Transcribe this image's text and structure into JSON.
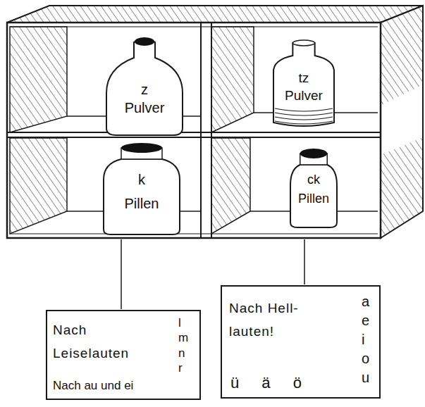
{
  "diagram": {
    "nodes": [
      {
        "text": [
          "z Pulver"
        ]
      },
      {
        "text": [
          "tz Pulver"
        ]
      },
      {
        "text": [
          "k Pillen"
        ]
      },
      {
        "text": [
          "ck Pillen"
        ]
      },
      {
        "text": [
          "Nach Leiselauten",
          "l m n r",
          "Nach au und ei"
        ]
      },
      {
        "text": [
          "Nach Hell- lauten!",
          "a e i o u",
          "ü ä ö"
        ]
      }
    ]
  }
}
